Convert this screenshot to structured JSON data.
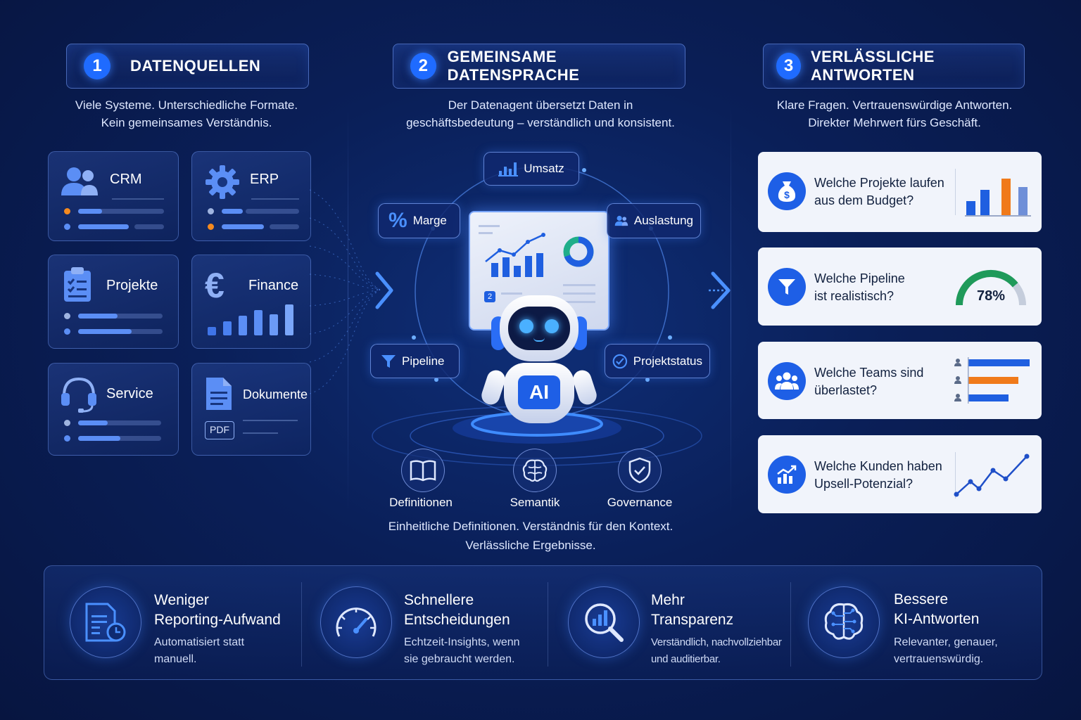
{
  "sections": [
    {
      "num": "1",
      "title": "DATENQUELLEN",
      "subtitle_line1": "Viele Systeme. Unterschiedliche Formate.",
      "subtitle_line2": "Kein gemeinsames Verständnis."
    },
    {
      "num": "2",
      "title": "GEMEINSAME DATENSPRACHE",
      "subtitle_line1": "Der Datenagent übersetzt Daten in",
      "subtitle_line2": "geschäftsbedeutung – verständlich und konsistent."
    },
    {
      "num": "3",
      "title": "VERLÄSSLICHE ANTWORTEN",
      "subtitle_line1": "Klare Fragen. Vertrauenswürdige Antworten.",
      "subtitle_line2": "Direkter Mehrwert fürs Geschäft."
    }
  ],
  "sources": {
    "crm": "CRM",
    "erp": "ERP",
    "projekte": "Projekte",
    "finance": "Finance",
    "service": "Service",
    "dokumente": "Dokumente",
    "pdf_badge": "PDF",
    "euro_symbol": "€"
  },
  "center": {
    "chips": {
      "umsatz": "Umsatz",
      "marge": "Marge",
      "auslastung": "Auslastung",
      "pipeline": "Pipeline",
      "projektstatus": "Projektstatus"
    },
    "percent_symbol": "%",
    "robot_badge": "AI",
    "screen_badge": "2",
    "pillars": {
      "definitionen": "Definitionen",
      "semantik": "Semantik",
      "governance": "Governance"
    },
    "caption_line1": "Einheitliche Definitionen. Verständnis für den Kontext.",
    "caption_line2": "Verlässliche Ergebnisse."
  },
  "answers": [
    {
      "line1": "Welche Projekte laufen",
      "line2": "aus dem Budget?"
    },
    {
      "line1": "Welche Pipeline",
      "line2": "ist realistisch?",
      "gauge_label": "78%"
    },
    {
      "line1": "Welche Teams sind",
      "line2": "überlastet?"
    },
    {
      "line1": "Welche Kunden haben",
      "line2": "Upsell-Potenzial?"
    }
  ],
  "answer_values": {
    "gauge": 0.78
  },
  "benefits": [
    {
      "title_line1": "Weniger",
      "title_line2": "Reporting-Aufwand",
      "desc_line1": "Automatisiert statt",
      "desc_line2": "manuell."
    },
    {
      "title_line1": "Schnellere",
      "title_line2": "Entscheidungen",
      "desc_line1": "Echtzeit-Insights, wenn",
      "desc_line2": "sie gebraucht werden."
    },
    {
      "title_line1": "Mehr",
      "title_line2": "Transparenz",
      "desc_line1": "Verständlich, nachvollziehbar",
      "desc_line2": "und auditierbar."
    },
    {
      "title_line1": "Bessere",
      "title_line2": "KI-Antworten",
      "desc_line1": "Relevanter, genauer,",
      "desc_line2": "vertrauenswürdig."
    }
  ],
  "colors": {
    "accent_blue": "#1e5fe6",
    "accent_orange": "#f07a1a",
    "gauge_green": "#1f9a5a",
    "bar_blue": "#1f5fe0",
    "bar_light": "#6f8fd8"
  }
}
